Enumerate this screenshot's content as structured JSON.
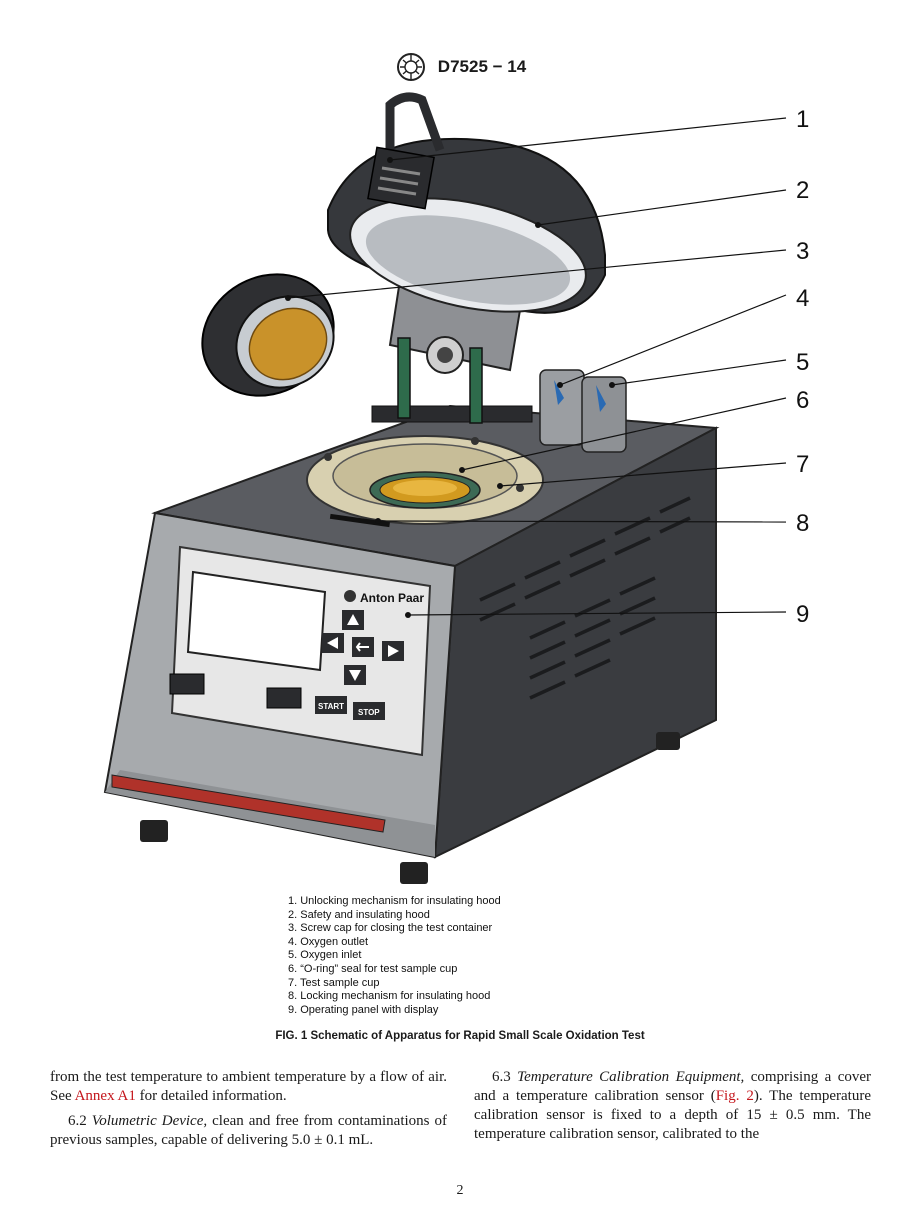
{
  "header": {
    "designation": "D7525 − 14",
    "logo_name": "astm-logo-icon"
  },
  "figure": {
    "brand": "Anton Paar",
    "panel_buttons": {
      "start": "START",
      "stop": "STOP"
    },
    "callouts": [
      "1",
      "2",
      "3",
      "4",
      "5",
      "6",
      "7",
      "8",
      "9"
    ],
    "legend": [
      "1. Unlocking mechanism for insulating hood",
      "2. Safety and insulating hood",
      "3. Screw cap for closing the test container",
      "4. Oxygen outlet",
      "5. Oxygen inlet",
      "6. “O-ring” seal for test sample cup",
      "7. Test sample cup",
      "8. Locking mechanism for insulating hood",
      "9. Operating panel with display"
    ],
    "caption": "FIG. 1 Schematic of Apparatus for Rapid Small Scale Oxidation Test"
  },
  "body": {
    "left": {
      "p1": "from the test temperature to ambient temperature by a flow of air. See ",
      "p1_link": "Annex A1",
      "p1_end": " for detailed information.",
      "p2_num": "6.2 ",
      "p2_title": "Volumetric Device,",
      "p2_text": " clean and free from contaminations of previous samples, capable of delivering 5.0 ± 0.1 mL."
    },
    "right": {
      "p_num": "6.3 ",
      "p_title": "Temperature Calibration Equipment,",
      "p_text1": " comprising a cover and a temperature calibration sensor (",
      "p_link": "Fig. 2",
      "p_text2": "). The temperature calibration sensor is fixed to a depth of 15 ± 0.5 mm. The temperature calibration sensor, calibrated to the"
    }
  },
  "page_number": "2",
  "colors": {
    "link": "#c4161c",
    "body_dark": "#3a3c40",
    "front_panel": "#a7aaad",
    "stripe": "#b0322a",
    "cup": "#d29a1f"
  }
}
